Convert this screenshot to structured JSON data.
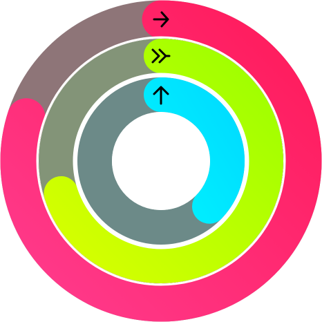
{
  "activity_rings": {
    "rings": [
      {
        "id": "move",
        "icon": "right-arrow-icon",
        "progress": 0.8,
        "colors": {
          "track": "#8e7578",
          "start": "#ff3b8d",
          "end": "#ff1a5a",
          "divider": "#ffffff"
        }
      },
      {
        "id": "exercise",
        "icon": "double-right-arrow-icon",
        "progress": 0.7,
        "colors": {
          "track": "#839478",
          "start": "#d8ff00",
          "end": "#9cff00",
          "divider": "#ffffff"
        }
      },
      {
        "id": "stand",
        "icon": "up-arrow-icon",
        "progress": 0.37,
        "colors": {
          "track": "#6c8a88",
          "start": "#00f2ff",
          "end": "#00dcff",
          "divider": "#ffffff"
        }
      }
    ],
    "center_color": "#ffffff"
  }
}
